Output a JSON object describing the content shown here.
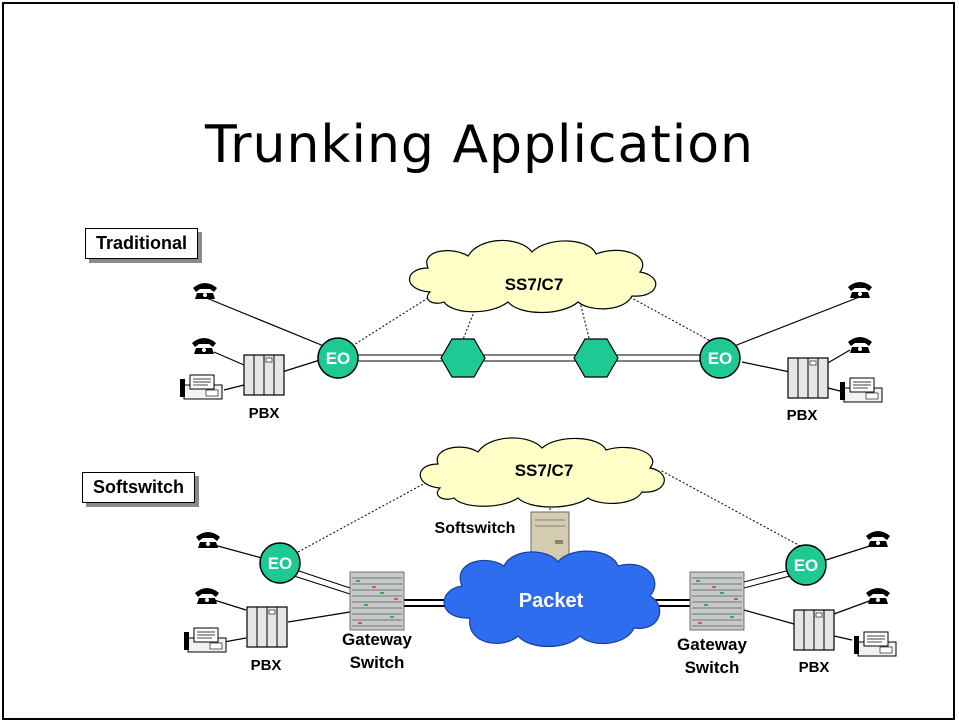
{
  "title": "Trunking  Application",
  "sections": {
    "traditional": "Traditional",
    "softswitch": "Softswitch"
  },
  "labels": {
    "ss7_top": "SS7/C7",
    "ss7_bottom": "SS7/C7",
    "eo": "EO",
    "pbx": "PBX",
    "softswitch_server": "Softswitch",
    "packet": "Packet",
    "gateway_line1": "Gateway",
    "gateway_line2": "Switch"
  },
  "colors": {
    "cloud_yellow": "#FFFFC8",
    "eo_green": "#1FC994",
    "hexagon_green": "#1FC994",
    "packet_blue": "#2E6CF0"
  }
}
